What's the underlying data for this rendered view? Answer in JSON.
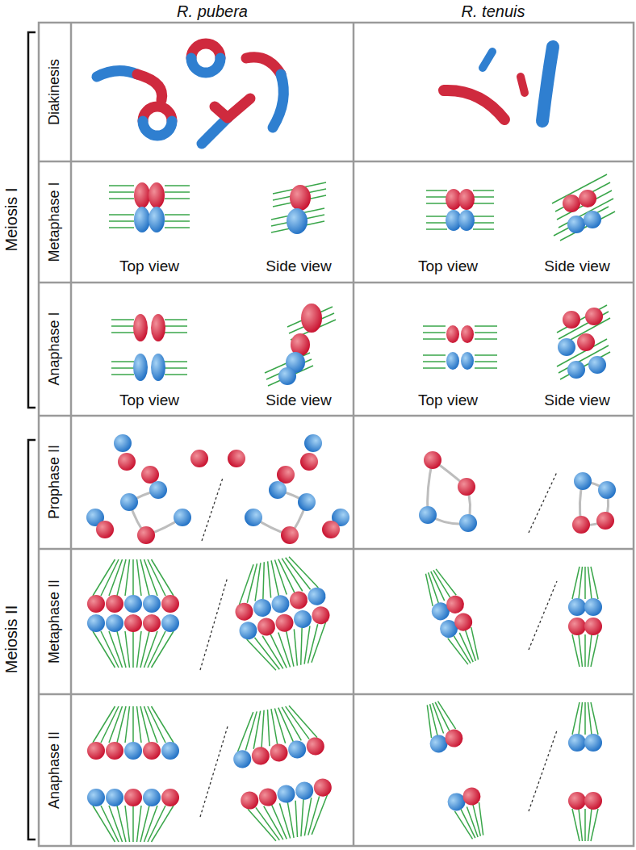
{
  "diagram": {
    "labels": [
      "R. pubera",
      "R. tenuis",
      "Meiosis I",
      "Meiosis II",
      "Diakinesis",
      "Metaphase I",
      "Anaphase I",
      "Prophase II",
      "Metaphase II",
      "Anaphase II",
      "Top view",
      "Side view",
      "Top view",
      "Side view",
      "Top view",
      "Side view",
      "Top view",
      "Side view"
    ]
  }
}
